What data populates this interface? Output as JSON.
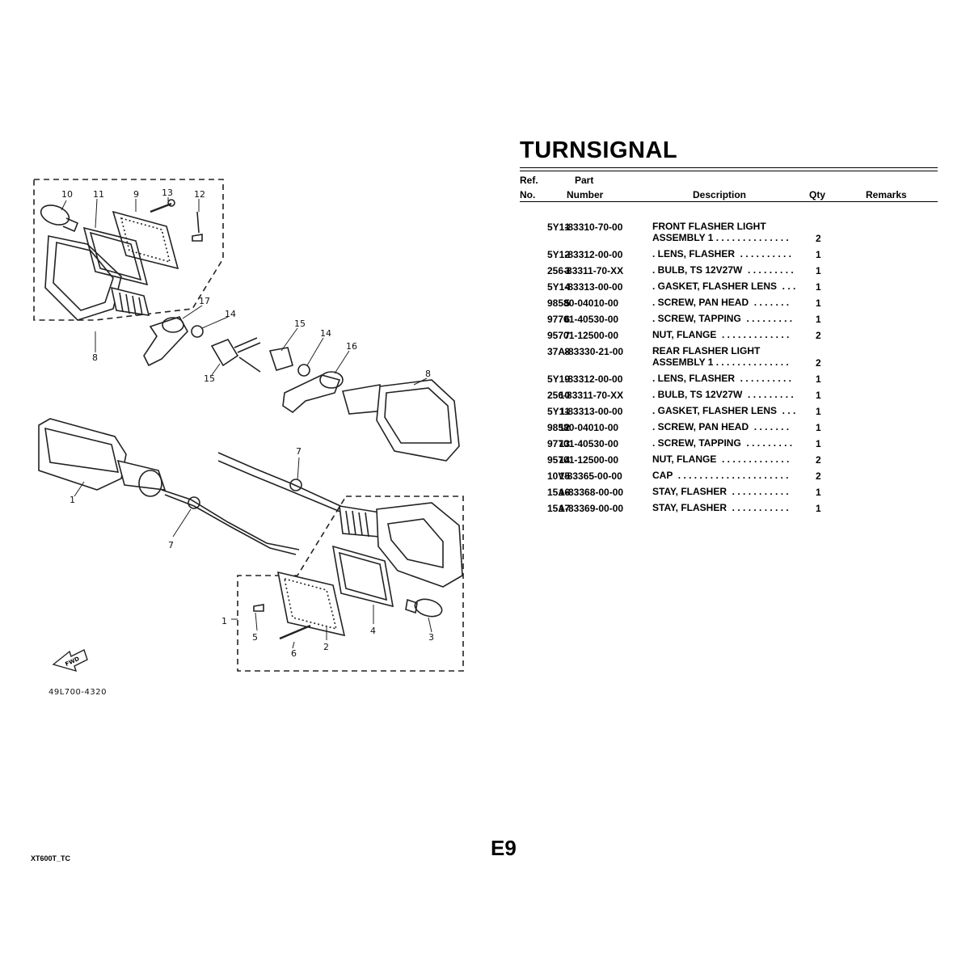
{
  "title": "TURNSIGNAL",
  "headers": {
    "ref_line1": "Ref.",
    "ref_line2": "No.",
    "part_line1": "Part",
    "part_line2": "Number",
    "description": "Description",
    "qty": "Qty",
    "remarks": "Remarks"
  },
  "parts": [
    {
      "ref": "1",
      "part_no": "5Y1-83310-70-00",
      "description": "FRONT FLASHER LIGHT\nASSEMBLY 1 . . . . . . . . . . . . . .",
      "qty": "2"
    },
    {
      "ref": "2",
      "part_no": "5Y1-83312-00-00",
      "description": ". LENS, FLASHER  . . . . . . . . . .",
      "qty": "1"
    },
    {
      "ref": "3",
      "part_no": "256-83311-70-XX",
      "description": ". BULB, TS 12V27W  . . . . . . . . .",
      "qty": "1"
    },
    {
      "ref": "4",
      "part_no": "5Y1-83313-00-00",
      "description": ". GASKET, FLASHER LENS  . . .",
      "qty": "1"
    },
    {
      "ref": "5",
      "part_no": "98580-04010-00",
      "description": ". SCREW, PAN HEAD  . . . . . . .",
      "qty": "1"
    },
    {
      "ref": "6",
      "part_no": "97701-40530-00",
      "description": ". SCREW, TAPPING  . . . . . . . . .",
      "qty": "1"
    },
    {
      "ref": "7",
      "part_no": "95701-12500-00",
      "description": "NUT, FLANGE  . . . . . . . . . . . . .",
      "qty": "2"
    },
    {
      "ref": "8",
      "part_no": "37A-83330-21-00",
      "description": "REAR FLASHER LIGHT\nASSEMBLY 1 . . . . . . . . . . . . . .",
      "qty": "2"
    },
    {
      "ref": "9",
      "part_no": "5Y1-83312-00-00",
      "description": ". LENS, FLASHER  . . . . . . . . . .",
      "qty": "1"
    },
    {
      "ref": "10",
      "part_no": "256-83311-70-XX",
      "description": ". BULB, TS 12V27W  . . . . . . . . .",
      "qty": "1"
    },
    {
      "ref": "11",
      "part_no": "5Y1-83313-00-00",
      "description": ". GASKET, FLASHER LENS  . . .",
      "qty": "1"
    },
    {
      "ref": "12",
      "part_no": "98580-04010-00",
      "description": ". SCREW, PAN HEAD  . . . . . . .",
      "qty": "1"
    },
    {
      "ref": "13",
      "part_no": "97701-40530-00",
      "description": ". SCREW, TAPPING  . . . . . . . . .",
      "qty": "1"
    },
    {
      "ref": "14",
      "part_no": "95701-12500-00",
      "description": "NUT, FLANGE  . . . . . . . . . . . . .",
      "qty": "2"
    },
    {
      "ref": "15",
      "part_no": "10V-83365-00-00",
      "description": "CAP  . . . . . . . . . . . . . . . . . . . . .",
      "qty": "2"
    },
    {
      "ref": "16",
      "part_no": "15A-83368-00-00",
      "description": "STAY, FLASHER  . . . . . . . . . . .",
      "qty": "1"
    },
    {
      "ref": "17",
      "part_no": "15A-83369-00-00",
      "description": "STAY, FLASHER  . . . . . . . . . . .",
      "qty": "1"
    }
  ],
  "diagram": {
    "callouts": [
      "10",
      "11",
      "9",
      "13",
      "12",
      "17",
      "14",
      "15",
      "14",
      "16",
      "8",
      "15",
      "8",
      "7",
      "1",
      "7",
      "1",
      "5",
      "6",
      "2",
      "4",
      "3"
    ],
    "fwd_label": "FWD",
    "drawing_code": "49L700-4320"
  },
  "footer": {
    "model_code": "XT600T_TC",
    "page_number": "E9"
  }
}
